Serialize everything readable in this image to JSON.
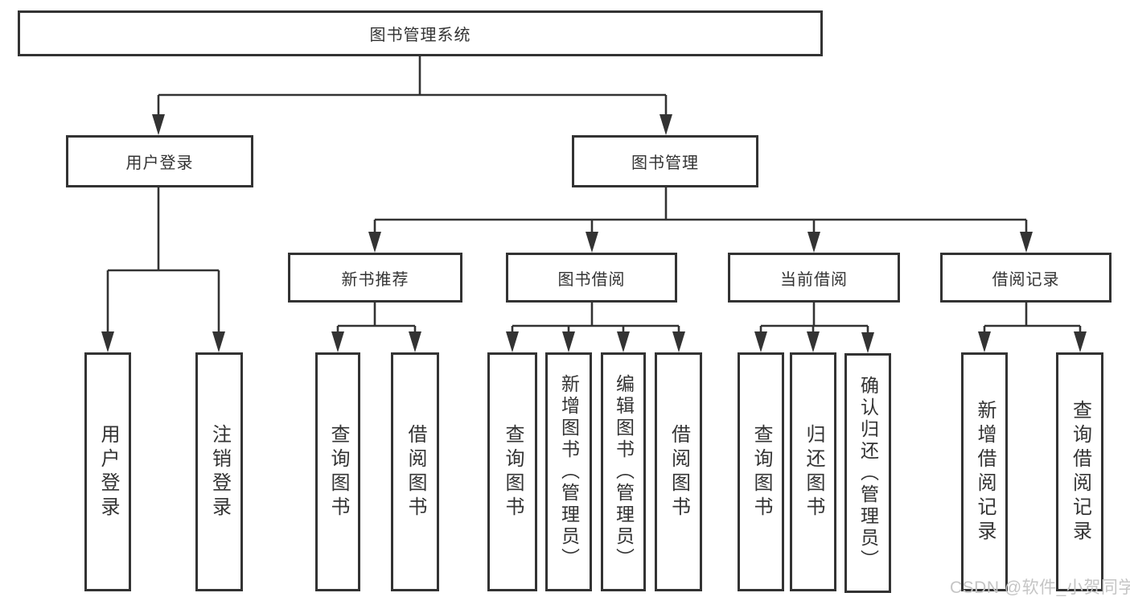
{
  "tree": {
    "root": "图书管理系统",
    "branches": [
      {
        "label": "用户登录",
        "children": [
          "用户登录",
          "注销登录"
        ]
      },
      {
        "label": "图书管理",
        "groups": [
          {
            "label": "新书推荐",
            "children": [
              "查询图书",
              "借阅图书"
            ]
          },
          {
            "label": "图书借阅",
            "children": [
              "查询图书",
              "新增图书（管理员）",
              "编辑图书（管理员）",
              "借阅图书"
            ]
          },
          {
            "label": "当前借阅",
            "children": [
              "查询图书",
              "归还图书",
              "确认归还（管理员）"
            ]
          },
          {
            "label": "借阅记录",
            "children": [
              "新增借阅记录",
              "查询借阅记录"
            ]
          }
        ]
      }
    ]
  },
  "watermark": "CSDN @软件_小贺同学",
  "colors": {
    "line": "#333333",
    "text": "#333333",
    "background": "#ffffff",
    "watermark": "#c5c5c5"
  }
}
